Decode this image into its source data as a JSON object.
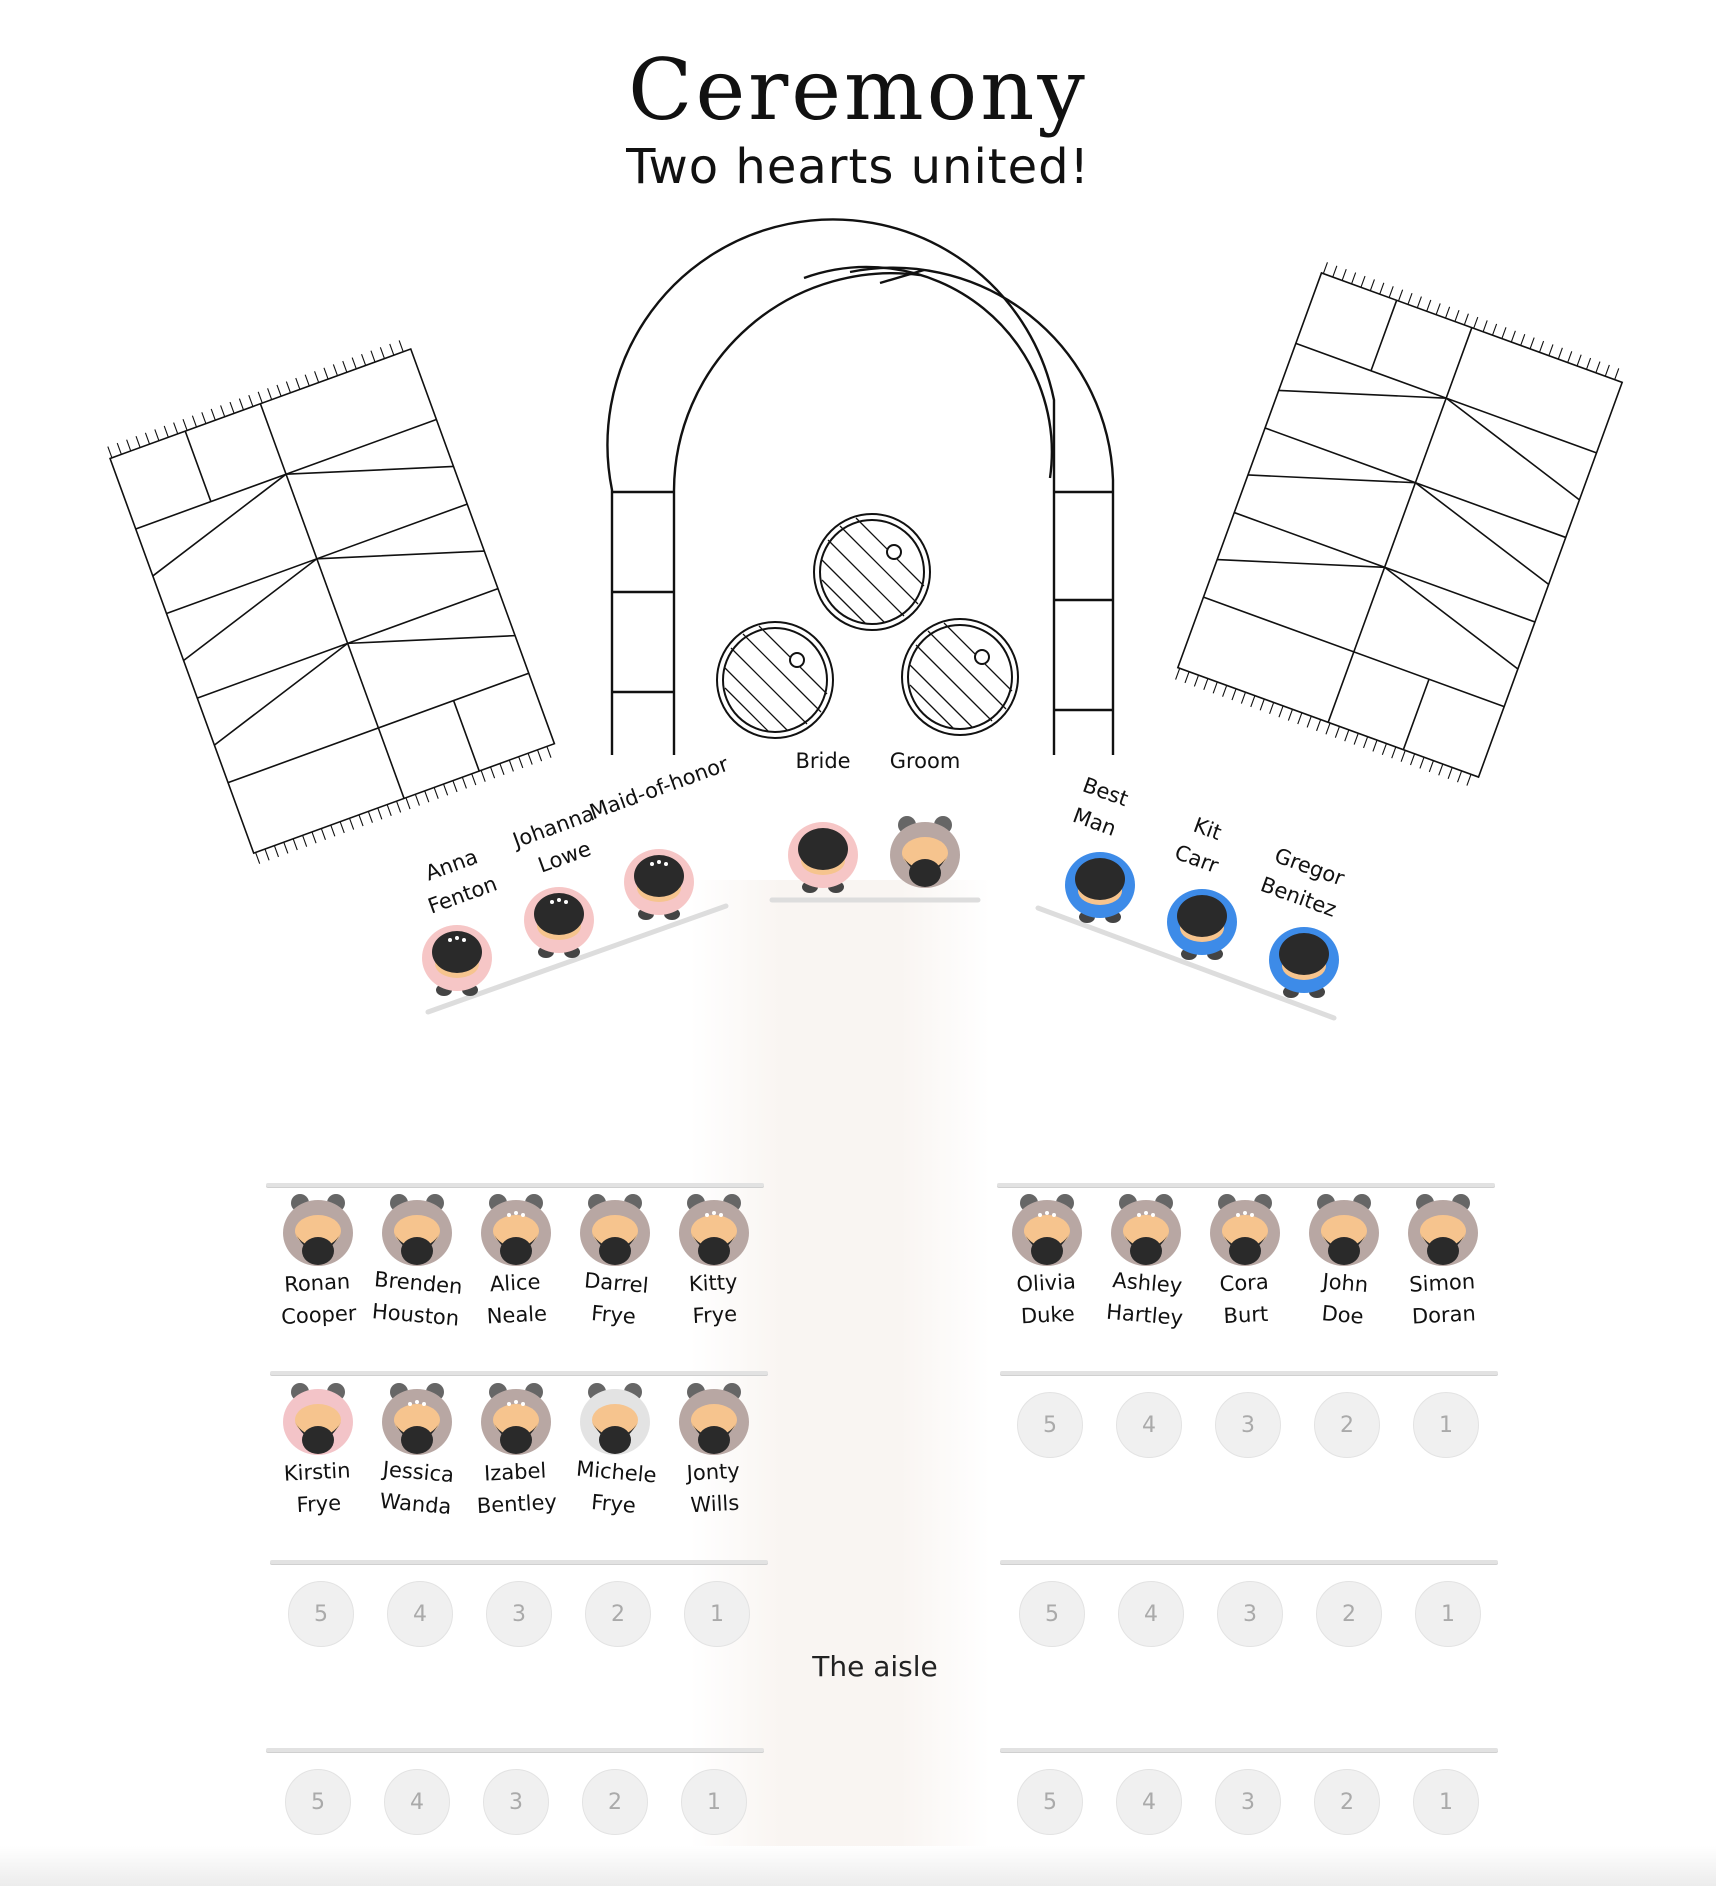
{
  "header": {
    "title": "Ceremony",
    "subtitle": "Two hearts united!"
  },
  "aisle": {
    "label": "The aisle"
  },
  "colors": {
    "bride_party": "#f6c6c6",
    "groom_party": "#3d8be8",
    "guest": "#b8a7a3",
    "skin": "#f6c48e",
    "hair": "#2a2a2a"
  },
  "bride_party": [
    {
      "first": "Anna",
      "last": "Fenton"
    },
    {
      "first": "Johanna",
      "last": "Lowe"
    },
    {
      "first": "Maid-of-honor",
      "last": ""
    }
  ],
  "couple": [
    {
      "first": "Bride",
      "last": ""
    },
    {
      "first": "Groom",
      "last": ""
    }
  ],
  "groom_party": [
    {
      "first": "Best",
      "last": "Man"
    },
    {
      "first": "Kit",
      "last": "Carr"
    },
    {
      "first": "Gregor",
      "last": "Benitez"
    }
  ],
  "left_rows": [
    [
      {
        "first": "Ronan",
        "last": "Cooper"
      },
      {
        "first": "Brenden",
        "last": "Houston"
      },
      {
        "first": "Alice",
        "last": "Neale"
      },
      {
        "first": "Darrel",
        "last": "Frye"
      },
      {
        "first": "Kitty",
        "last": "Frye"
      }
    ],
    [
      {
        "first": "Kirstin",
        "last": "Frye"
      },
      {
        "first": "Jessica",
        "last": "Wanda"
      },
      {
        "first": "Izabel",
        "last": "Bentley"
      },
      {
        "first": "Michele",
        "last": "Frye"
      },
      {
        "first": "Jonty",
        "last": "Wills"
      }
    ]
  ],
  "right_rows": [
    [
      {
        "first": "Olivia",
        "last": "Duke"
      },
      {
        "first": "Ashley",
        "last": "Hartley"
      },
      {
        "first": "Cora",
        "last": "Burt"
      },
      {
        "first": "John",
        "last": "Doe"
      },
      {
        "first": "Simon",
        "last": "Doran"
      }
    ]
  ],
  "empty_seat_numbers": [
    "5",
    "4",
    "3",
    "2",
    "1"
  ]
}
